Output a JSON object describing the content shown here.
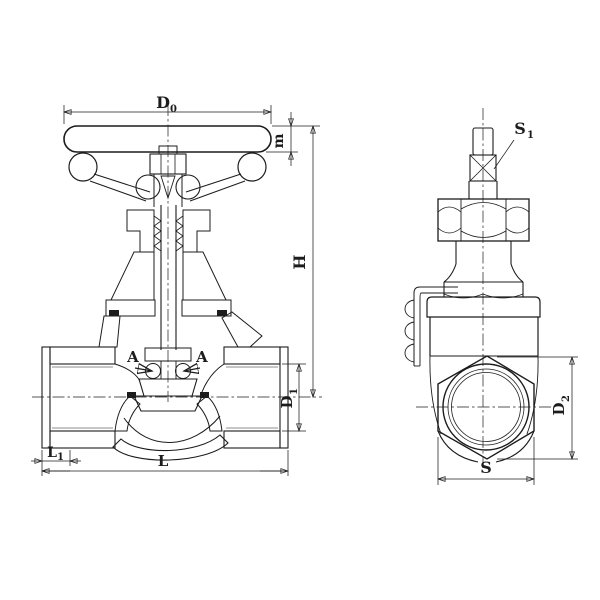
{
  "drawing": {
    "type": "valve-engineering-drawing",
    "background": "#ffffff",
    "line_color": "#1c1c1c",
    "views": {
      "left": "front-section-view",
      "right": "side-view"
    },
    "labels": {
      "handwheel_diameter": {
        "base": "D",
        "sub": "0"
      },
      "rim_height": "m",
      "overall_height": "H",
      "section_mark_left": "A",
      "section_mark_right": "A",
      "bore_diameter": {
        "base": "D",
        "sub": "1"
      },
      "thread_length": {
        "base": "L",
        "sub": "1"
      },
      "face_to_face_length": "L",
      "stem_square": {
        "base": "S",
        "sub": "1"
      },
      "union_diameter": {
        "base": "D",
        "sub": "2"
      },
      "hex_across_flats": "S"
    }
  }
}
